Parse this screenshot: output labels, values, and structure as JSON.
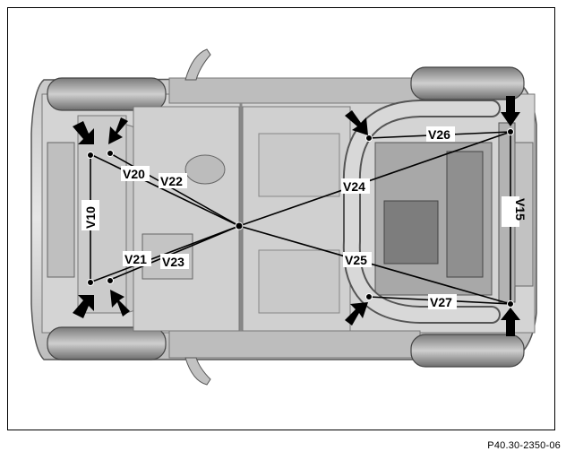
{
  "labels": {
    "v10": "V10",
    "v15": "V15",
    "v20": "V20",
    "v21": "V21",
    "v22": "V22",
    "v23": "V23",
    "v24": "V24",
    "v25": "V25",
    "v26": "V26",
    "v27": "V27"
  },
  "figure_ref": "P40.30-2350-06"
}
